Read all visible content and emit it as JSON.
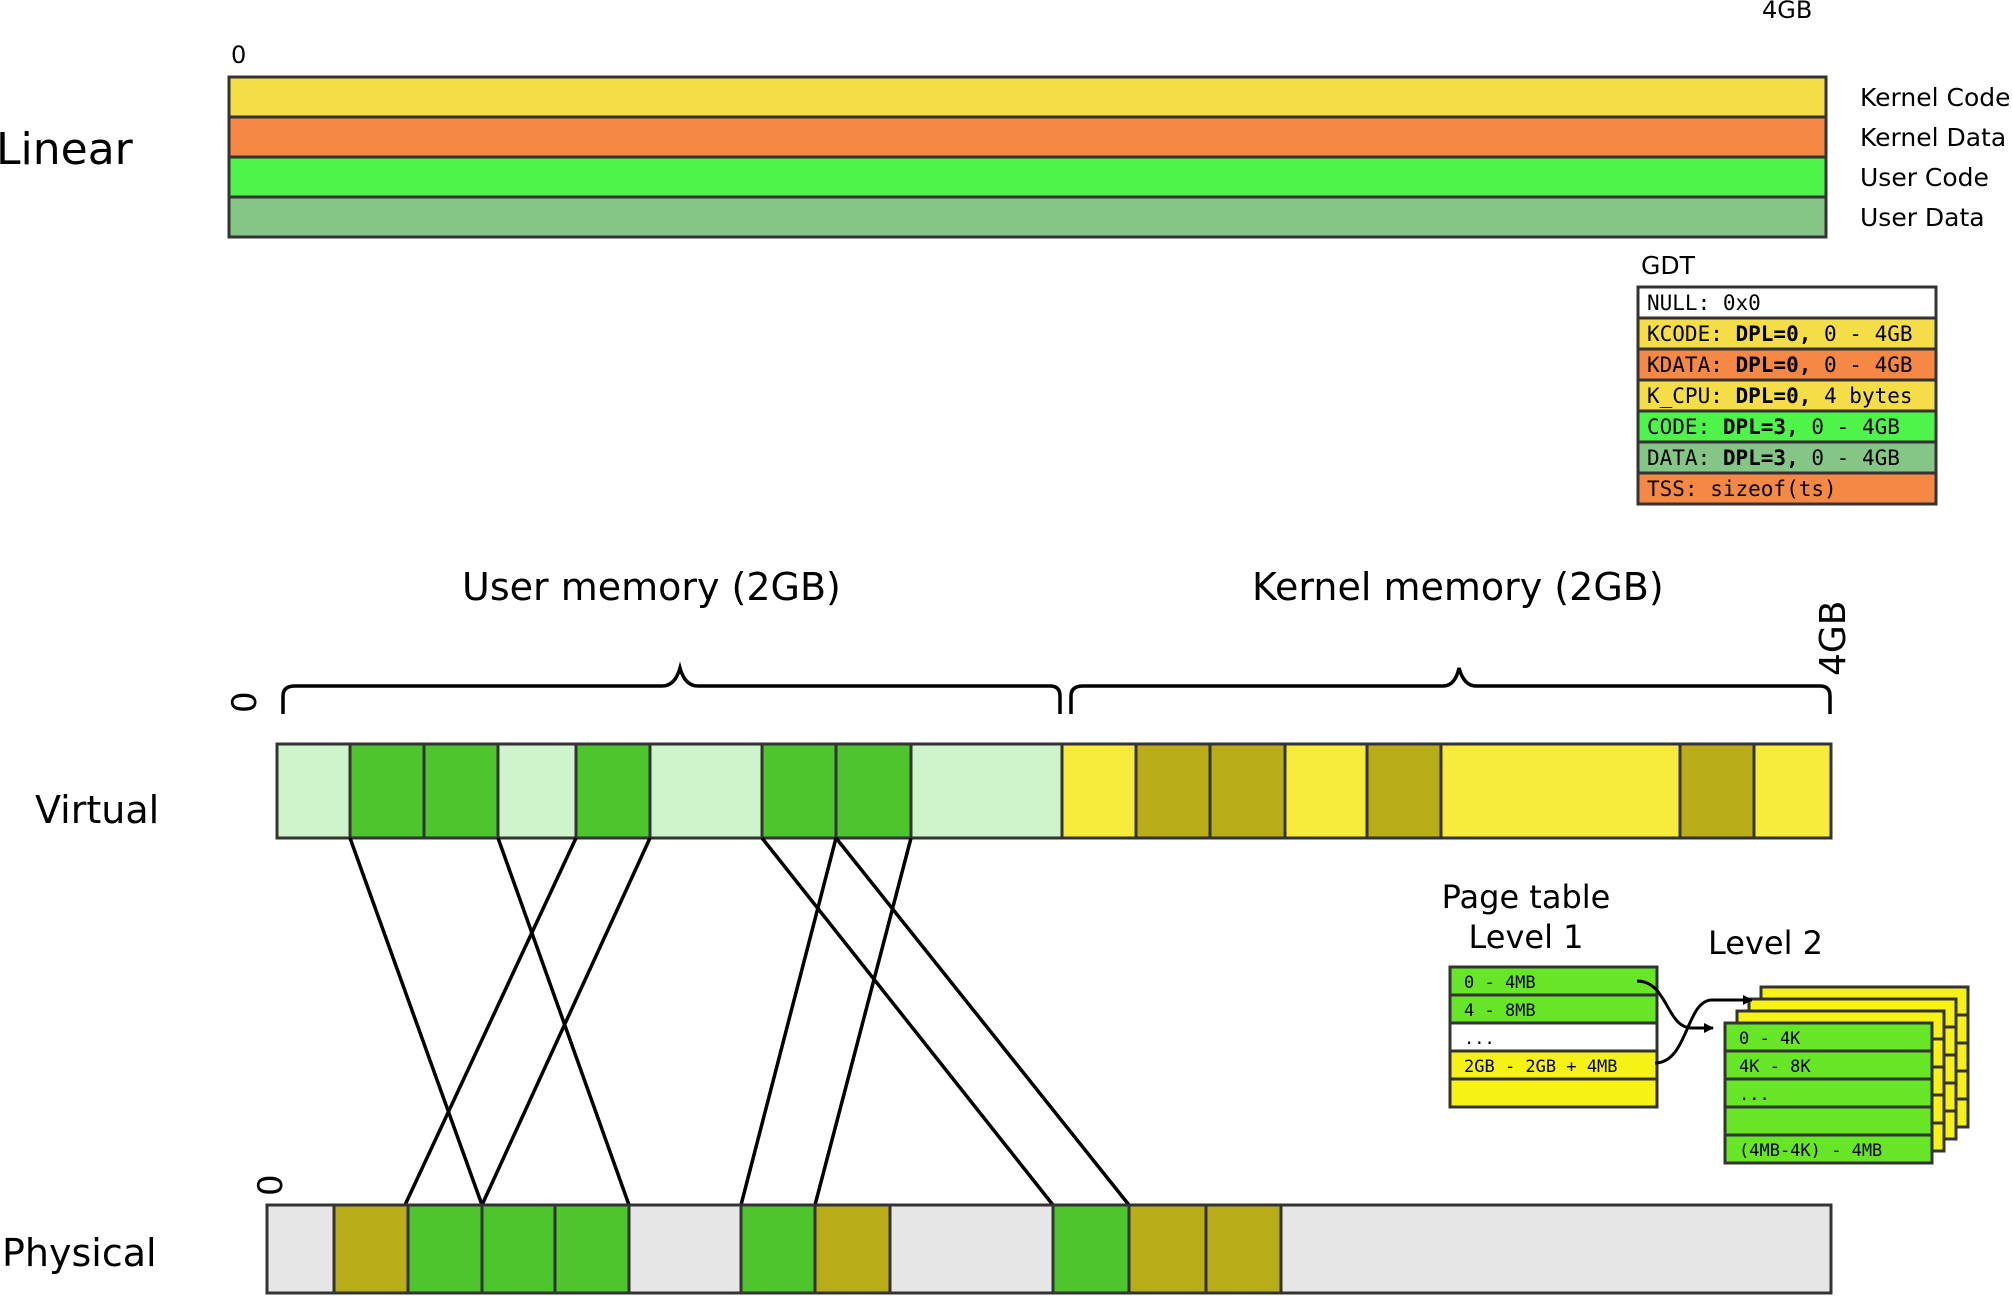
{
  "linear": {
    "label": "Linear",
    "start_label": "0",
    "end_label": "4GB",
    "segments": [
      {
        "label": "Kernel Code",
        "color": "#f4dd46"
      },
      {
        "label": "Kernel Data",
        "color": "#f48844"
      },
      {
        "label": "User Code",
        "color": "#4ff44a"
      },
      {
        "label": "User Data",
        "color": "#85c585"
      }
    ]
  },
  "gdt": {
    "title": "GDT",
    "entries": [
      {
        "name": "NULL:",
        "bold": "",
        "rest": " 0x0",
        "color": "#ffffff"
      },
      {
        "name": "KCODE:",
        "bold": " DPL=0,",
        "rest": " 0 - 4GB",
        "color": "#f4dd46"
      },
      {
        "name": "KDATA:",
        "bold": " DPL=0,",
        "rest": " 0 - 4GB",
        "color": "#f48844"
      },
      {
        "name": "K_CPU:",
        "bold": " DPL=0,",
        "rest": " 4 bytes",
        "color": "#f4dd46"
      },
      {
        "name": "CODE:",
        "bold": " DPL=3,",
        "rest": " 0 - 4GB",
        "color": "#4ff44a"
      },
      {
        "name": "DATA:",
        "bold": " DPL=3,",
        "rest": " 0 - 4GB",
        "color": "#85c585"
      },
      {
        "name": "TSS:",
        "bold": "",
        "rest": " sizeof(ts)",
        "color": "#f48844"
      }
    ]
  },
  "virtual": {
    "label": "Virtual",
    "start_label": "0",
    "end_label": "4GB",
    "user_region": "User  memory (2GB)",
    "kernel_region": "Kernel memory (2GB)",
    "pages": [
      {
        "kind": "user-unmapped"
      },
      {
        "kind": "user-mapped"
      },
      {
        "kind": "user-mapped"
      },
      {
        "kind": "user-unmapped"
      },
      {
        "kind": "user-mapped"
      },
      {
        "kind": "user-unmapped"
      },
      {
        "kind": "user-mapped"
      },
      {
        "kind": "user-mapped"
      },
      {
        "kind": "user-unmapped"
      },
      {
        "kind": "kernel-unmapped"
      },
      {
        "kind": "kernel-mapped"
      },
      {
        "kind": "kernel-mapped"
      },
      {
        "kind": "kernel-unmapped"
      },
      {
        "kind": "kernel-mapped"
      },
      {
        "kind": "kernel-unmapped"
      },
      {
        "kind": "kernel-mapped"
      },
      {
        "kind": "kernel-unmapped"
      }
    ]
  },
  "physical": {
    "label": "Physical",
    "start_label": "0",
    "frames": [
      {
        "kind": "free"
      },
      {
        "kind": "kernel"
      },
      {
        "kind": "user"
      },
      {
        "kind": "user"
      },
      {
        "kind": "user"
      },
      {
        "kind": "free"
      },
      {
        "kind": "user"
      },
      {
        "kind": "kernel"
      },
      {
        "kind": "free"
      },
      {
        "kind": "user"
      },
      {
        "kind": "kernel"
      },
      {
        "kind": "kernel"
      },
      {
        "kind": "free"
      }
    ]
  },
  "page_colors": {
    "user-unmapped": "#cff4cc",
    "user-mapped": "#4dc62e",
    "kernel-unmapped": "#f7ec3c",
    "kernel-mapped": "#b8ad18",
    "free": "#e6e6e6",
    "user": "#4dc62e",
    "kernel": "#b8ad18"
  },
  "page_table": {
    "title_line1": "Page table",
    "title_line2": "Level 1",
    "level2_title": "Level 2",
    "level1_entries": [
      {
        "text": "0 - 4MB",
        "color": "#66e626"
      },
      {
        "text": "4 - 8MB",
        "color": "#66e626"
      },
      {
        "text": "...",
        "color": "#ffffff"
      },
      {
        "text": "2GB - 2GB + 4MB",
        "color": "#f7f216"
      },
      {
        "text": "",
        "color": "#f7f216"
      }
    ],
    "level2_entries": [
      {
        "text": "0 - 4K",
        "color": "#66e626"
      },
      {
        "text": "4K - 8K",
        "color": "#66e626"
      },
      {
        "text": "...",
        "color": "#66e626"
      },
      {
        "text": "",
        "color": "#66e626"
      },
      {
        "text": "(4MB-4K) - 4MB",
        "color": "#66e626"
      }
    ],
    "level2_back_color": "#f7f216"
  }
}
